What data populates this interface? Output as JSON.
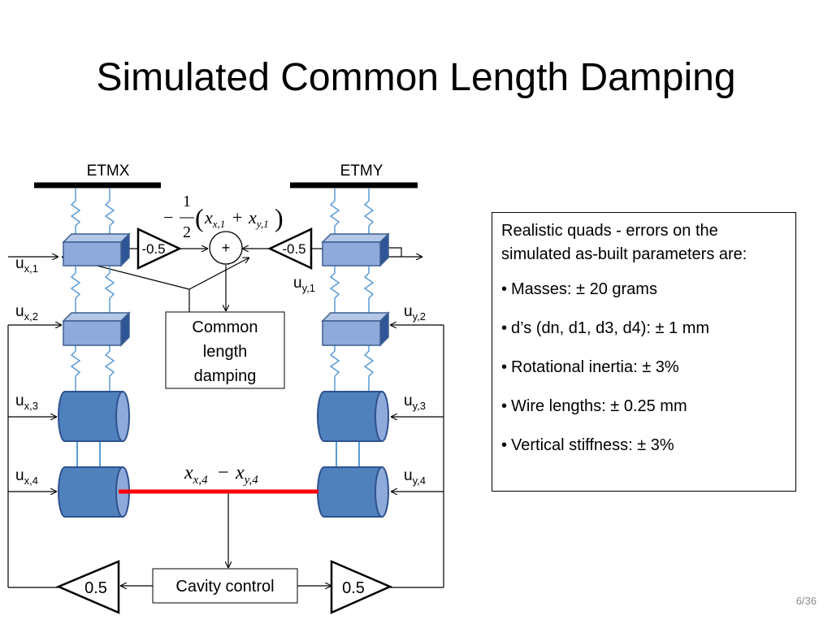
{
  "slide": {
    "title": "Simulated Common Length Damping",
    "page_number": "6/36"
  },
  "diagram": {
    "etmx_label": "ETMX",
    "etmy_label": "ETMY",
    "formula_sum": {
      "minus": "−",
      "numerator": "1",
      "denominator": "2",
      "open": "(",
      "x": "x",
      "sub_x1": "x,1",
      "plus": "+",
      "sub_y1": "y,1",
      "close": ")"
    },
    "formula_diff": {
      "x": "x",
      "sub_x4": "x,4",
      "minus": "−",
      "sub_y4": "y,4"
    },
    "gain_left": "-0.5",
    "gain_right": "-0.5",
    "summer_symbol": "+",
    "damping_box": [
      "Common",
      "length",
      "damping"
    ],
    "cavity_control": "Cavity control",
    "gain_bottom_left": "0.5",
    "gain_bottom_right": "0.5",
    "u": "u",
    "labels": {
      "ux1": "x,1",
      "ux2": "x,2",
      "ux3": "x,3",
      "ux4": "x,4",
      "uy1": "y,1",
      "uy2": "y,2",
      "uy3": "y,3",
      "uy4": "y,4"
    },
    "colors": {
      "box_fill": "#8eaadb",
      "box_stroke": "#3d5f8f",
      "cylinder_fill": "#4f81bd",
      "spring": "#5b9bd5",
      "red_link": "#ff0000"
    }
  },
  "info": {
    "intro": "Realistic quads - errors on the simulated as-built parameters are:",
    "bullet": "•",
    "items": [
      "Masses: ± 20 grams",
      "d’s (dn, d1, d3, d4): ± 1 mm",
      "Rotational inertia: ± 3%",
      "Wire lengths: ± 0.25 mm",
      "Vertical stiffness: ± 3%"
    ]
  }
}
